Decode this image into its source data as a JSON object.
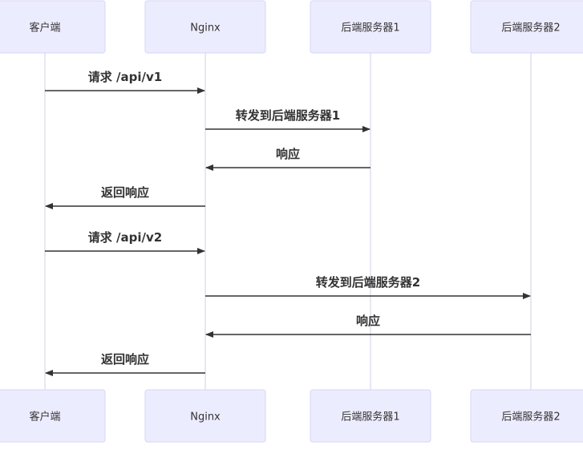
{
  "colors": {
    "actor_fill": "#ececff",
    "actor_border": "#d6d6f5",
    "lifeline": "#cfcfe8",
    "arrow": "#333333",
    "text": "#333333"
  },
  "participants": [
    {
      "id": "client",
      "label": "客户端"
    },
    {
      "id": "nginx",
      "label": "Nginx"
    },
    {
      "id": "backend1",
      "label": "后端服务器1"
    },
    {
      "id": "backend2",
      "label": "后端服务器2"
    }
  ],
  "messages": [
    {
      "from": "client",
      "to": "nginx",
      "label": "请求 /api/v1"
    },
    {
      "from": "nginx",
      "to": "backend1",
      "label": "转发到后端服务器1"
    },
    {
      "from": "backend1",
      "to": "nginx",
      "label": "响应"
    },
    {
      "from": "nginx",
      "to": "client",
      "label": "返回响应"
    },
    {
      "from": "client",
      "to": "nginx",
      "label": "请求 /api/v2"
    },
    {
      "from": "nginx",
      "to": "backend2",
      "label": "转发到后端服务器2"
    },
    {
      "from": "backend2",
      "to": "nginx",
      "label": "响应"
    },
    {
      "from": "nginx",
      "to": "client",
      "label": "返回响应"
    }
  ]
}
